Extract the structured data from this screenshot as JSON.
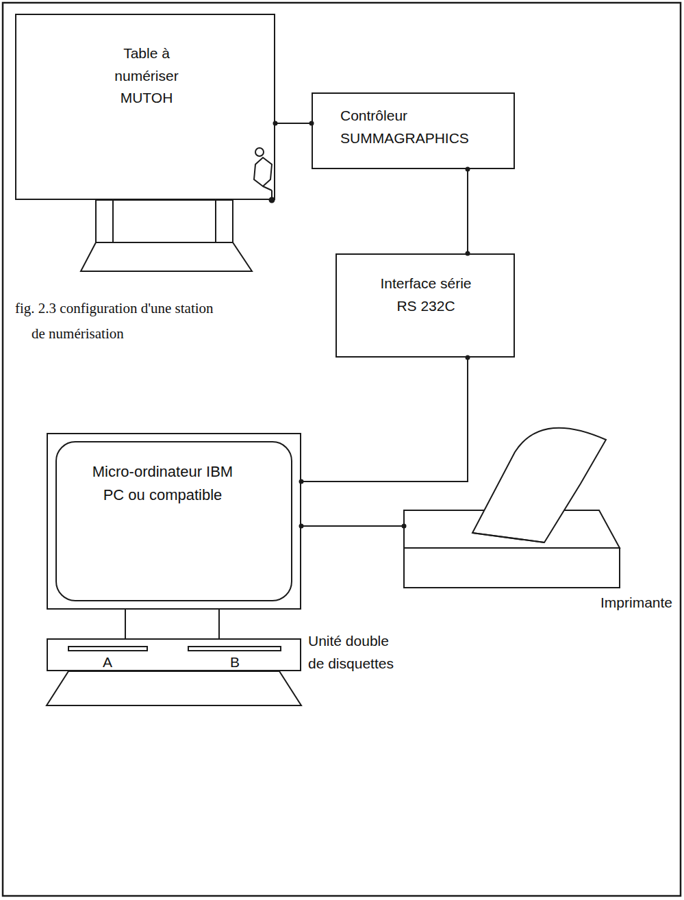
{
  "diagram": {
    "caption": "fig. 2.3 configuration d'une station de numérisation",
    "nodes": [
      {
        "text": [
          "Table à numériser MUTOH"
        ]
      },
      {
        "text": [
          "Contrôleur SUMMAGRAPHICS"
        ]
      },
      {
        "text": [
          "Interface série RS 232C"
        ]
      },
      {
        "text": [
          "Micro-ordinateur IBM PC ou compatible"
        ]
      },
      {
        "text": [
          "Imprimante"
        ]
      },
      {
        "text": [
          "Unité double de disquettes"
        ]
      }
    ],
    "edges": [
      {
        "from": 0,
        "to": 1,
        "arrow": "none"
      },
      {
        "from": 1,
        "to": 2,
        "arrow": "none"
      },
      {
        "from": 2,
        "to": 3,
        "arrow": "none"
      },
      {
        "from": 3,
        "to": 4,
        "arrow": "none"
      }
    ],
    "labels": [
      "A",
      "B"
    ]
  }
}
